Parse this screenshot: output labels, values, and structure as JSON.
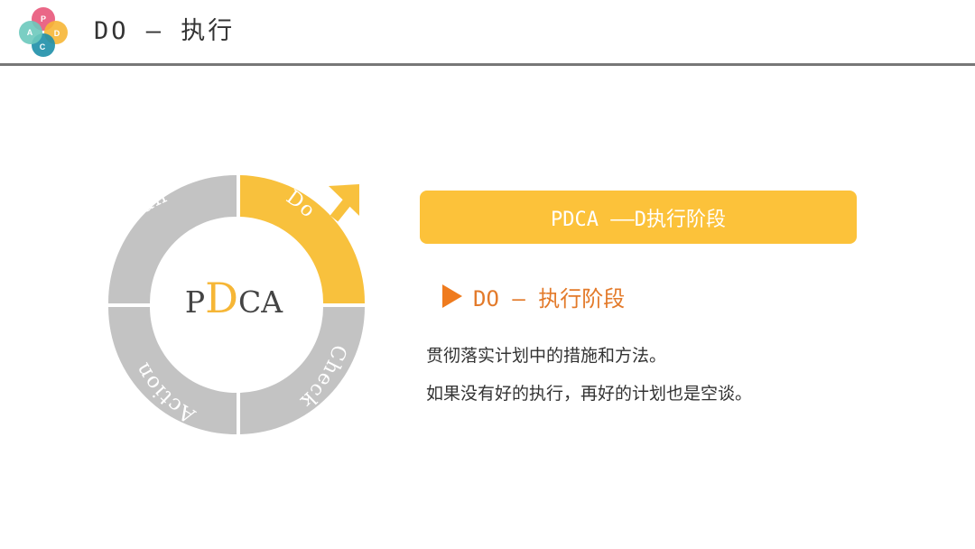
{
  "header": {
    "logo_letters": {
      "p": "P",
      "d": "D",
      "c": "C",
      "a": "A"
    },
    "logo_colors": {
      "p": "#e8567a",
      "d": "#f6b636",
      "c": "#1e8fa8",
      "a": "#6cc9bd"
    },
    "title": "DO — 执行"
  },
  "cycle": {
    "segments": [
      {
        "label": "Do",
        "color": "#f8c13d",
        "text_color": "#ffffff"
      },
      {
        "label": "Plan",
        "color": "#c3c3c3",
        "text_color": "#ffffff"
      },
      {
        "label": "Action",
        "color": "#c3c3c3",
        "text_color": "#ffffff"
      },
      {
        "label": "Check",
        "color": "#c3c3c3",
        "text_color": "#ffffff"
      }
    ],
    "arrow_icon": "arrow-up-right-icon",
    "center": {
      "before": "P",
      "highlight": "D",
      "after": "CA"
    }
  },
  "panel": {
    "banner": "PDCA ——D执行阶段",
    "bullet_icon": "triangle-right-icon",
    "subheading": "DO — 执行阶段",
    "lines": [
      "贯彻落实计划中的措施和方法。",
      "如果没有好的执行，再好的计划也是空谈。"
    ]
  }
}
